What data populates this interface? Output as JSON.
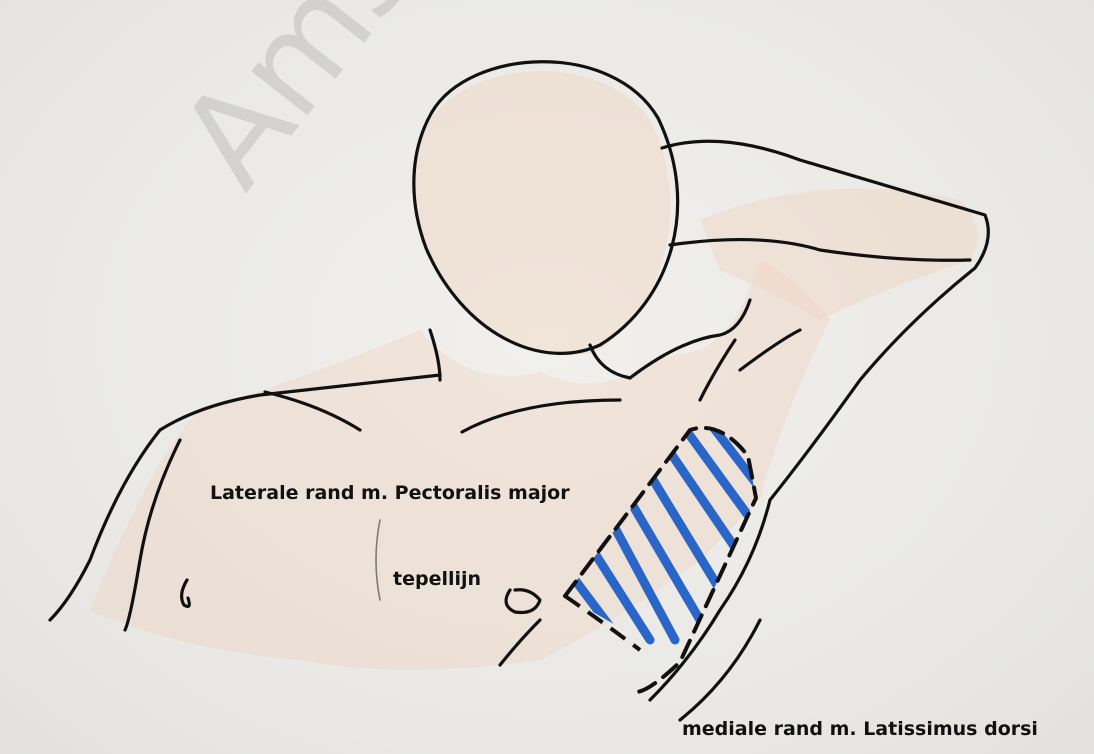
{
  "labels": {
    "pectoralis": "Laterale rand m. Pectoralis major",
    "nipple_line": "tepellijn",
    "latissimus": "mediale rand m. Latissimus dorsi"
  },
  "watermark": "Ams",
  "colors": {
    "ink": "#111111",
    "skin": "#f2c6a6",
    "hatch": "#2a66c8",
    "paper": "#ecebe8"
  }
}
